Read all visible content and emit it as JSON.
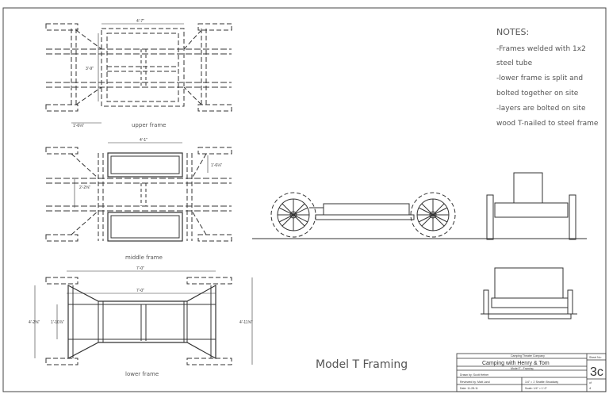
{
  "notes": {
    "heading": "NOTES:",
    "lines": [
      "-Frames welded with 1x2",
      "steel tube",
      "-lower frame is split and",
      "bolted together on site",
      "-layers are bolted on site",
      "wood T-nailed to steel frame"
    ]
  },
  "drawing_title": "Model T Framing",
  "views": {
    "upper": {
      "label": "upper frame",
      "dims": {
        "top": "4'-7\"",
        "side": "3'-9\"",
        "corner": "1'-6⅛\""
      }
    },
    "middle": {
      "label": "middle frame",
      "dims": {
        "top": "4'-1\"",
        "right": "1'-6⅛\"",
        "left": "2'-2⅝\""
      }
    },
    "lower": {
      "label": "lower frame",
      "dims": {
        "top_outer": "7'-0\"",
        "top_inner": "7'-0\"",
        "left_outer": "4'-2⅝\"",
        "left_inner": "1'-10⅞\"",
        "right": "4'-11⅝\""
      }
    }
  },
  "title_block": {
    "company": "Camping Theatre Company",
    "project": "Camping with Henry & Tom",
    "subtitle": "Model T - Framing",
    "row1_left": "Drawn by: Scott Hefner",
    "row2_left": "Reviewed by: Matt Land",
    "row3_left": "Date: 11-28-11",
    "row2_right": "1/4\" = 1'  Seattle: Broadway",
    "row3_right": "Scale: 1/4\" = 1'-0\"",
    "sheet_label": "Sheet No:",
    "sheet_number": "3c",
    "of_label": "of",
    "total": "4"
  }
}
